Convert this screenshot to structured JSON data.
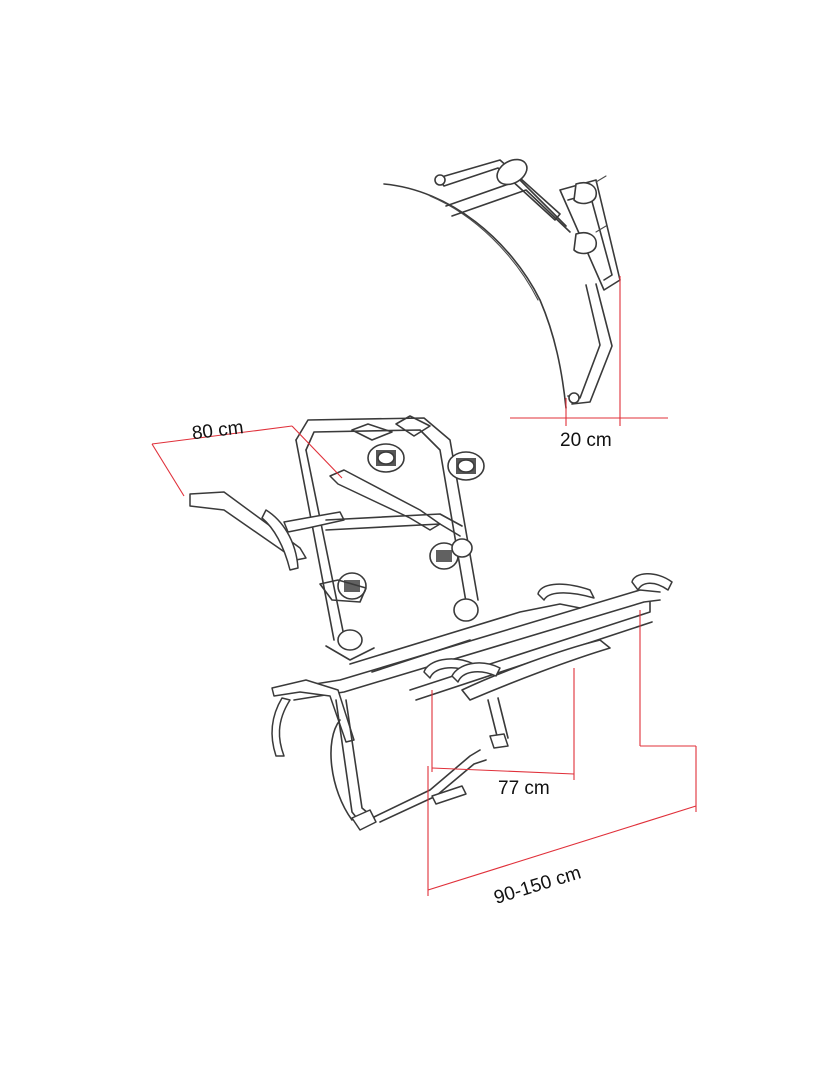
{
  "colors": {
    "dimension_line": "#e0303a",
    "drawing_line": "#3a3a3a",
    "background": "#ffffff"
  },
  "dimensions": {
    "width_top": "80 cm",
    "depth": "20 cm",
    "arm_spacing": "77 cm",
    "car_width_range": "90-150 cm"
  }
}
